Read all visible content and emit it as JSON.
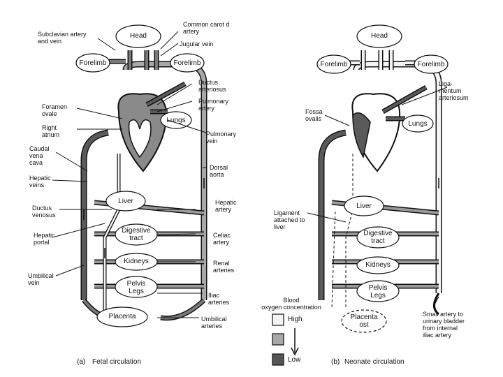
{
  "fetal": {
    "organs": {
      "head": "Head",
      "forelimb_left": "Forelimb",
      "forelimb_right": "Forelimb",
      "lungs": "Lungs",
      "liver": "Liver",
      "digestive": "Digestive\ntract",
      "kidneys": "Kidneys",
      "pelvis": "Pelvis\nLegs",
      "placenta": "Placenta"
    },
    "labels": {
      "subclavian": "Subclavian artery\nand vein",
      "carotid": "Common carot d\nartery",
      "jugular": "Jugular vein",
      "ductus_arteriosus": "Ductus\narteriosus",
      "foramen_ovale": "Foramen\novale",
      "pulmonary_artery": "Pulmonary\nartery",
      "right_atrium": "Right\natrium",
      "pulmonary_vein": "Pulmonary\nvein",
      "caudal_vena_cava": "Caudal\nvena\ncava",
      "dorsal_aorta": "Dorsal\naorta",
      "hepatic_veins": "Hepatic\nveins",
      "ductus_venosus": "Ductus\nvenosus",
      "hepatic_artery": "Hepatic\nartery",
      "hepatic_portal": "Hepatic\nportal",
      "celiac_artery": "Celiac\nartery",
      "renal_arteries": "Renal\narteries",
      "umbilical_vein": "Umbilical\nvein",
      "iliac_arteries": "Iliac\narteries",
      "umbilical_arteries": "Umbilical\narteries"
    },
    "caption_letter": "(a)",
    "caption": "Fetal circulation"
  },
  "neonate": {
    "organs": {
      "head": "Head",
      "forelimb_left": "Forelimb",
      "forelimb_right": "Forelimb",
      "lungs": "Lungs",
      "liver": "Liver",
      "digestive": "Digestive\ntract",
      "kidneys": "Kidneys",
      "pelvis": "Pelvis\nLegs",
      "placenta": "Placenta\nost"
    },
    "labels": {
      "ligamentum": "Liga-\nmentum\narteriosum",
      "fossa_ovalis": "Fossa\novalis",
      "ligament_liver": "Ligament\nattached to\nliver",
      "small_artery": "Small artery to\nurinary bladder\nfrom internal\niliac artery"
    },
    "caption_letter": "(b)",
    "caption": "Neonate circulation"
  },
  "legend": {
    "title": "Blood\noxygen concentration",
    "high": "High",
    "low": "Low",
    "colors": {
      "high": "#f4f4f4",
      "medium": "#a8a8a8",
      "low": "#555555"
    }
  },
  "colors": {
    "vessel_dark": "#5a5a5a",
    "vessel_mid": "#9a9a9a",
    "outline": "#111111"
  }
}
